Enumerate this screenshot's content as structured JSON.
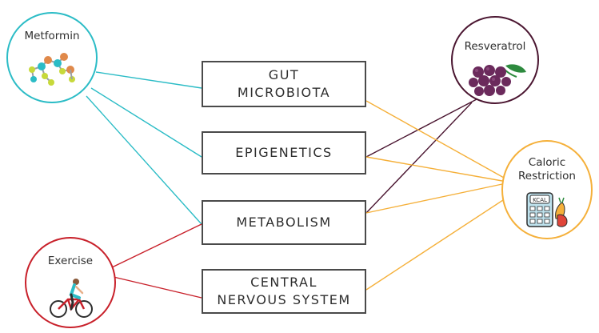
{
  "colors": {
    "metformin": "#2bbcc6",
    "resveratrol": "#4a1530",
    "caloric_restriction": "#f5b03a",
    "exercise": "#c8202a",
    "box_border": "#4a4a4a",
    "text": "#2e2e2e"
  },
  "boxes": {
    "gut_microbiota": "GUT\nMICROBIOTA",
    "epigenetics": "EPIGENETICS",
    "metabolism": "METABOLISM",
    "central_nervous_system": "CENTRAL\nNERVOUS SYSTEM"
  },
  "interventions": {
    "metformin": {
      "label": "Metformin",
      "icon": "molecule-icon"
    },
    "resveratrol": {
      "label": "Resveratrol",
      "icon": "grapes-icon"
    },
    "caloric_restriction": {
      "label": "Caloric\nRestriction",
      "icon": "calculator-icon",
      "icon_text": "KCAL"
    },
    "exercise": {
      "label": "Exercise",
      "icon": "cyclist-icon"
    }
  },
  "connections": [
    {
      "from": "metformin",
      "to": "gut_microbiota"
    },
    {
      "from": "metformin",
      "to": "epigenetics"
    },
    {
      "from": "metformin",
      "to": "metabolism"
    },
    {
      "from": "resveratrol",
      "to": "epigenetics"
    },
    {
      "from": "resveratrol",
      "to": "metabolism"
    },
    {
      "from": "caloric_restriction",
      "to": "gut_microbiota"
    },
    {
      "from": "caloric_restriction",
      "to": "epigenetics"
    },
    {
      "from": "caloric_restriction",
      "to": "metabolism"
    },
    {
      "from": "caloric_restriction",
      "to": "central_nervous_system"
    },
    {
      "from": "exercise",
      "to": "metabolism"
    },
    {
      "from": "exercise",
      "to": "central_nervous_system"
    }
  ]
}
